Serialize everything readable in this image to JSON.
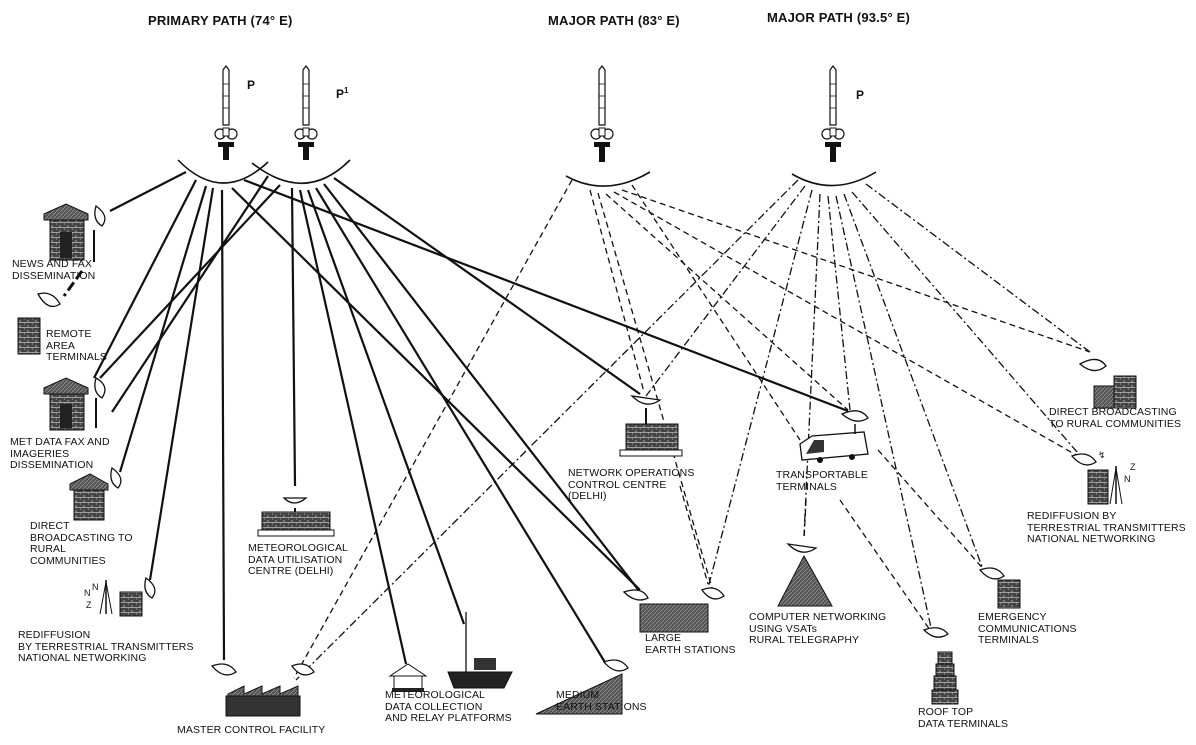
{
  "headers": {
    "primary": "PRIMARY PATH (74° E)",
    "major83": "MAJOR PATH (83° E)",
    "major935": "MAJOR PATH (93.5° E)"
  },
  "satellites": {
    "p1": "P",
    "p2": "P",
    "p2_sup": "1",
    "p4": "P"
  },
  "labels": {
    "news_fax": "NEWS AND FAX\nDISSEMINATION",
    "remote_area": "REMOTE\nAREA\nTERMINALS",
    "met_data_fax": "MET DATA FAX AND\nIMAGERIES\nDISSEMINATION",
    "direct_broadcast_left": "DIRECT\nBROADCASTING TO\nRURAL\nCOMMUNITIES",
    "rediffusion_left": "REDIFFUSION\nBY TERRESTRIAL TRANSMITTERS\nNATIONAL NETWORKING",
    "master_control": "MASTER CONTROL FACILITY",
    "met_utilisation": "METEOROLOGICAL\nDATA UTILISATION\nCENTRE (DELHI)",
    "met_collection": "METEOROLOGICAL\nDATA COLLECTION\nAND RELAY PLATFORMS",
    "medium_earth": "MEDIUM\nEARTH STATIONS",
    "large_earth": "LARGE\nEARTH STATIONS",
    "network_ops": "NETWORK OPERATIONS\nCONTROL CENTRE\n(DELHI)",
    "transportable": "TRANSPORTABLE\nTERMINALS",
    "computer_networking": "COMPUTER NETWORKING\nUSING VSATs\nRURAL TELEGRAPHY",
    "roof_top": "ROOF TOP\nDATA TERMINALS",
    "emergency": "EMERGENCY\nCOMMUNICATIONS\nTERMINALS",
    "direct_broadcast_right": "DIRECT BROADCASTING\nTO RURAL COMMUNITIES",
    "rediffusion_right": "REDIFFUSION BY\nTERRESTRIAL TRANSMITTERS\nNATIONAL NETWORKING"
  }
}
